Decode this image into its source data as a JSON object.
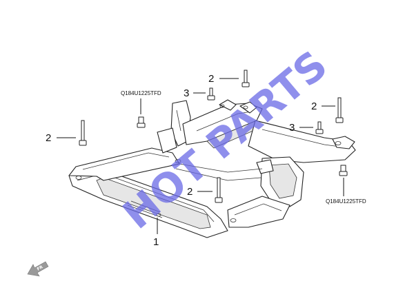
{
  "callouts": {
    "part_1": "1",
    "part_2_top": "2",
    "part_3_top": "3",
    "part_2_left": "2",
    "part_2_right": "2",
    "part_3_right": "3",
    "part_2_center": "2"
  },
  "codes": {
    "code_left": "Q184U1225TFD",
    "code_right": "Q184U1225TFD"
  },
  "watermark": "HOT PARTS",
  "direction_arrow": "FR",
  "colors": {
    "watermark": "#6a6ae6",
    "arrow": "#9a9a9a",
    "line": "#111111"
  }
}
